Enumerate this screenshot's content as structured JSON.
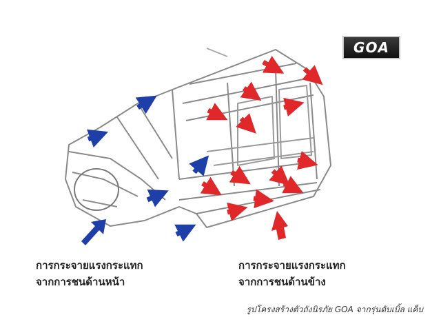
{
  "logo": {
    "text": "GOA"
  },
  "captions": {
    "front": {
      "line1": "การกระจายแรงกระแทก",
      "line2": "จากการชนด้านหน้า"
    },
    "side": {
      "line1": "การกระจายแรงกระแทก",
      "line2": "จากการชนด้านข้าง"
    }
  },
  "footnote": "รูปโครงสร้างตัวถังนิรภัย GOA จากรุ่นดับเบิ้ล แค็บ",
  "colors": {
    "front_arrow": "#1f3fa8",
    "side_arrow": "#e0282a",
    "frame": "#8a8a8a"
  }
}
